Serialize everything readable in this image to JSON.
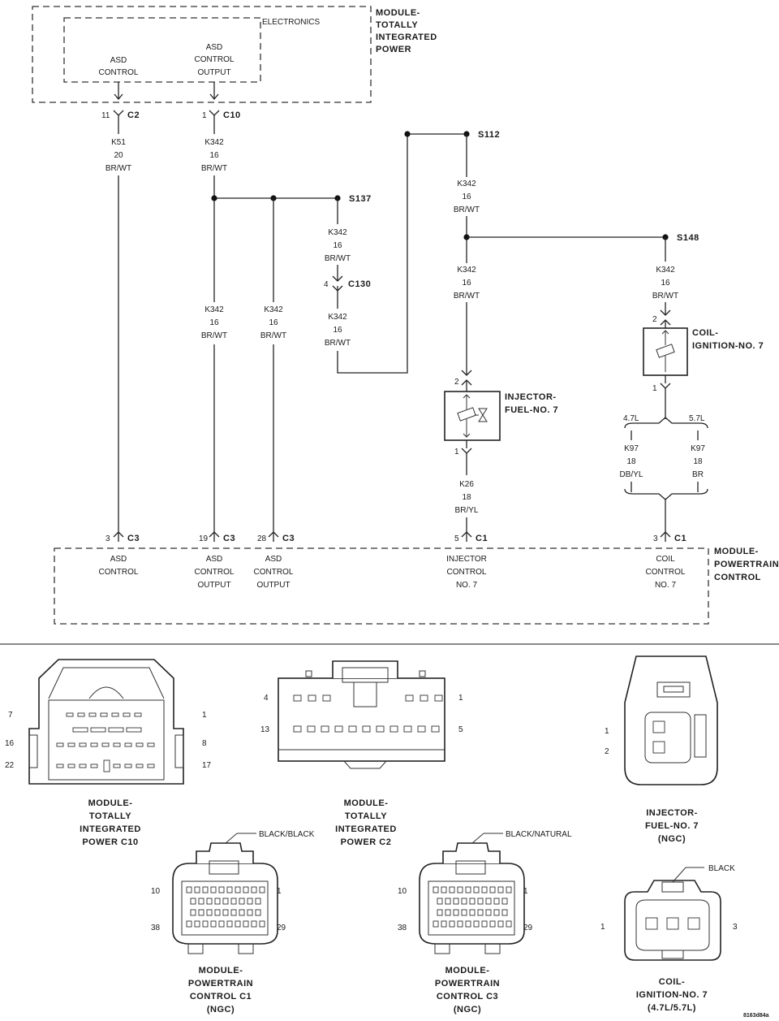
{
  "modules": {
    "tipm": {
      "title": [
        "MODULE-",
        "TOTALLY",
        "INTEGRATED",
        "POWER"
      ],
      "section": "ELECTRONICS",
      "asd_control": [
        "ASD",
        "CONTROL"
      ],
      "asd_control_output": [
        "ASD",
        "CONTROL",
        "OUTPUT"
      ]
    },
    "pcm": {
      "title": [
        "MODULE-",
        "POWERTRAIN",
        "CONTROL"
      ],
      "pins": [
        {
          "label": [
            "ASD",
            "CONTROL"
          ]
        },
        {
          "label": [
            "ASD",
            "CONTROL",
            "OUTPUT"
          ]
        },
        {
          "label": [
            "ASD",
            "CONTROL",
            "OUTPUT"
          ]
        },
        {
          "label": [
            "INJECTOR",
            "CONTROL",
            "NO. 7"
          ]
        },
        {
          "label": [
            "COIL",
            "CONTROL",
            "NO. 7"
          ]
        }
      ]
    }
  },
  "connectors": {
    "tipm_c2": {
      "pin": "11",
      "name": "C2"
    },
    "tipm_c10": {
      "pin": "1",
      "name": "C10"
    },
    "c130": {
      "pin": "4",
      "name": "C130"
    },
    "pcm_c3_a": {
      "pin": "3",
      "name": "C3"
    },
    "pcm_c3_b": {
      "pin": "19",
      "name": "C3"
    },
    "pcm_c3_c": {
      "pin": "28",
      "name": "C3"
    },
    "pcm_c1_a": {
      "pin": "5",
      "name": "C1"
    },
    "pcm_c1_b": {
      "pin": "3",
      "name": "C1"
    }
  },
  "splices": {
    "s112": "S112",
    "s137": "S137",
    "s148": "S148"
  },
  "wires": {
    "k51": [
      "K51",
      "20",
      "BR/WT"
    ],
    "k342": [
      "K342",
      "16",
      "BR/WT"
    ],
    "k26": [
      "K26",
      "18",
      "BR/YL"
    ],
    "k97_a": [
      "K97",
      "18",
      "DB/YL"
    ],
    "k97_b": [
      "K97",
      "18",
      "BR"
    ]
  },
  "engine_options": {
    "a": "4.7L",
    "b": "5.7L"
  },
  "components": {
    "injector": {
      "title": [
        "INJECTOR-",
        "FUEL-NO. 7"
      ],
      "pin_top": "2",
      "pin_bottom": "1"
    },
    "coil": {
      "title": [
        "COIL-",
        "IGNITION-NO. 7"
      ],
      "pin_top": "2",
      "pin_bottom": "1"
    }
  },
  "views": {
    "tipm_c10": {
      "title": [
        "MODULE-",
        "TOTALLY",
        "INTEGRATED",
        "POWER C10"
      ],
      "pins": [
        "7",
        "1",
        "16",
        "8",
        "22",
        "17"
      ]
    },
    "tipm_c2": {
      "title": [
        "MODULE-",
        "TOTALLY",
        "INTEGRATED",
        "POWER C2"
      ],
      "pins": [
        "4",
        "1",
        "13",
        "5"
      ]
    },
    "injector": {
      "title": [
        "INJECTOR-",
        "FUEL-NO. 7",
        "(NGC)"
      ],
      "pins": [
        "1",
        "2"
      ]
    },
    "pcm_c1": {
      "title": [
        "MODULE-",
        "POWERTRAIN",
        "CONTROL C1",
        "(NGC)"
      ],
      "color": "BLACK/BLACK",
      "pins": [
        "10",
        "1",
        "38",
        "29"
      ]
    },
    "pcm_c3": {
      "title": [
        "MODULE-",
        "POWERTRAIN",
        "CONTROL C3",
        "(NGC)"
      ],
      "color": "BLACK/NATURAL",
      "pins": [
        "10",
        "1",
        "38",
        "29"
      ]
    },
    "coil": {
      "title": [
        "COIL-",
        "IGNITION-NO. 7",
        "(4.7L/5.7L)"
      ],
      "color": "BLACK",
      "pins": [
        "1",
        "3"
      ]
    }
  },
  "figure_id": "8163d84a"
}
